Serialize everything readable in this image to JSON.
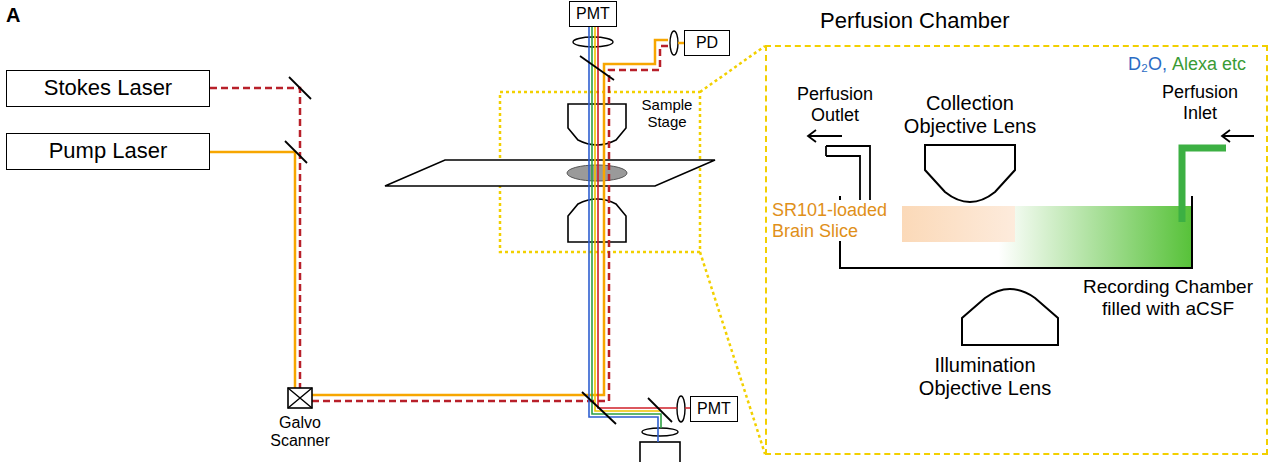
{
  "diagram": {
    "nodes": [
      {
        "text": [
          "Stokes Laser"
        ]
      },
      {
        "text": [
          "Pump Laser"
        ]
      },
      {
        "text": [
          "PMT"
        ]
      },
      {
        "text": [
          "PD"
        ]
      },
      {
        "text": [
          "PMT"
        ]
      },
      {
        "text": [
          "Perfusion Chamber"
        ]
      }
    ],
    "labels": [
      "A",
      "Sample Stage",
      "Galvo Scanner",
      "Collection Objective Lens",
      "D₂O,",
      "Alexa etc",
      "Perfusion Outlet",
      "Perfusion Inlet",
      "SR101-loaded Brain Slice",
      "Recording Chamber filled with aCSF",
      "Illumination Objective Lens"
    ]
  }
}
